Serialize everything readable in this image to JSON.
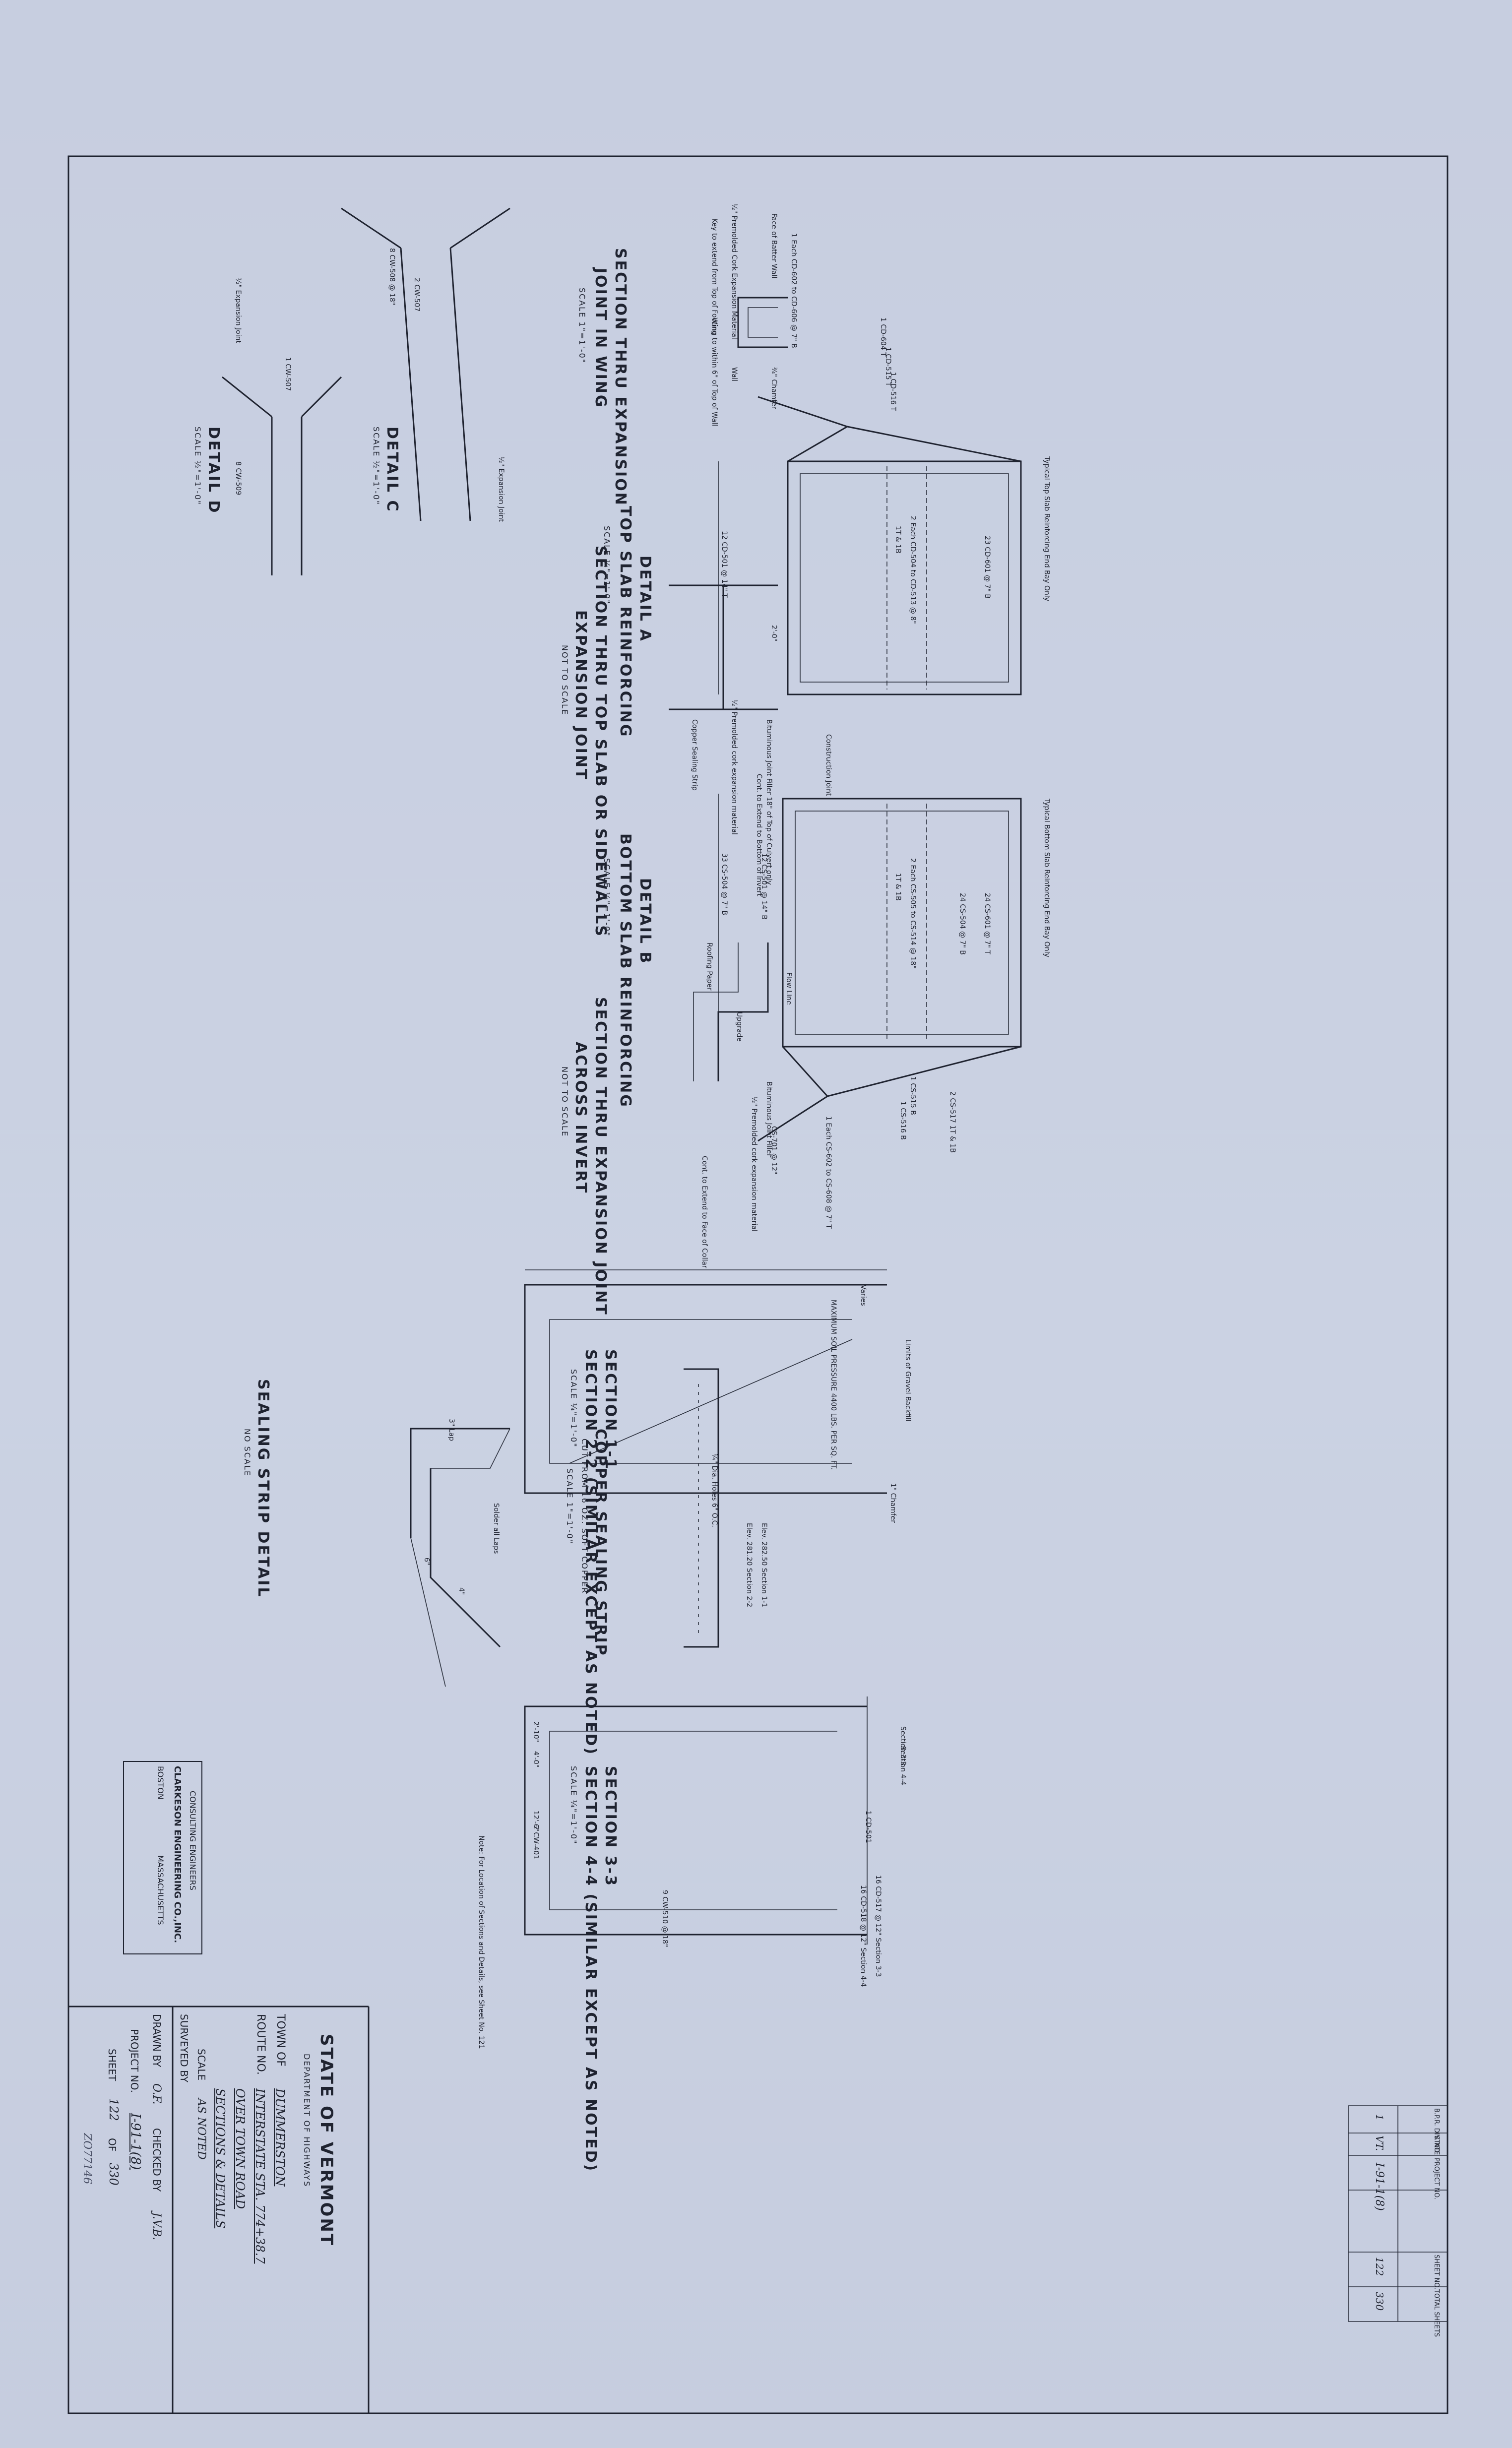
{
  "title_block": {
    "state": "STATE OF VERMONT",
    "department": "DEPARTMENT OF HIGHWAYS",
    "town_label": "TOWN OF",
    "town": "DUMMERSTON",
    "route_label": "ROUTE NO.",
    "route": "INTERSTATE STA. 774+38.7",
    "structure": "OVER TOWN ROAD",
    "sheet_title": "SECTIONS & DETAILS",
    "scale_label": "SCALE",
    "scale": "AS NOTED",
    "surveyed_label": "SURVEYED BY",
    "drawn_label": "DRAWN BY",
    "drawn_by": "O.F.",
    "checked_label": "CHECKED BY",
    "checked_by": "J.V.B.",
    "project_label": "PROJECT NO.",
    "project": "I-91-1(8)",
    "sheet_label": "SHEET",
    "sheet": "122",
    "of_label": "OF",
    "of": "330",
    "stamp": "ZO77146"
  },
  "consultant": {
    "line1": "CONSULTING ENGINEERS",
    "line2": "CLARKESON ENGINEERING CO.,INC.",
    "line3": "BOSTON",
    "line4": "MASSACHUSETTS"
  },
  "index_box": {
    "headers": [
      "B.P.R. DIV. NO.",
      "STATE",
      "PROJECT NO.",
      "SHEET NO.",
      "TOTAL SHEETS"
    ],
    "values": [
      "1",
      "VT.",
      "I-91-1(8)",
      "122",
      "330"
    ]
  },
  "details": {
    "detail_a": {
      "title": "DETAIL A",
      "sub": "TOP SLAB REINFORCING",
      "scale": "SCALE ¼\"=1'-0\""
    },
    "detail_b": {
      "title": "DETAIL B",
      "sub": "BOTTOM SLAB REINFORCING",
      "scale": "SCALE ¼\"=1'-0\""
    },
    "section_11": {
      "title": "SECTION 1-1",
      "sub": "SECTION 2-2 (SIMILAR EXCEPT AS NOTED)",
      "scale": "SCALE ¼\"=1'-0\"",
      "note": "MAXIMUM SOIL PRESSURE 4400 LBS. PER SQ. FT."
    },
    "section_33": {
      "title": "SECTION 3-3",
      "sub": "SECTION 4-4 (SIMILAR EXCEPT AS NOTED)",
      "scale": "SCALE ¼\"=1'-0\""
    },
    "exp_wing": {
      "title": "SECTION THRU EXPANSION",
      "sub": "JOINT IN WING",
      "scale": "SCALE 1\"=1'-0\""
    },
    "exp_top": {
      "title": "SECTION THRU TOP SLAB OR SIDEWALLS",
      "sub": "EXPANSION JOINT",
      "scale": "NOT TO SCALE"
    },
    "exp_invert": {
      "title": "SECTION THRU EXPANSION JOINT",
      "sub": "ACROSS INVERT",
      "scale": "NOT TO SCALE"
    },
    "copper": {
      "title": "COPPER SEALING STRIP",
      "sub": "CUT FROM 16 OZ. SOFT COPPER",
      "scale": "SCALE 1\"=1'-0\""
    },
    "sealing": {
      "title": "SEALING STRIP DETAIL",
      "scale": "NO SCALE"
    },
    "detail_c": {
      "title": "DETAIL C",
      "scale": "SCALE ½\"=1'-0\""
    },
    "detail_d": {
      "title": "DETAIL D",
      "scale": "SCALE ½\"=1'-0\""
    }
  },
  "labels": {
    "top_bay": "Typical Top Slab Reinforcing End Bay Only",
    "bottom_bay": "Typical Bottom Slab Reinforcing End Bay Only",
    "a_each": "1 Each CD-602 to CD-606 @ 7\" B",
    "a_cd604": "1 CD-604 T",
    "a_cd515": "1 CD-515 T",
    "a_cd516": "1 CD-516 T",
    "a_23cd": "23 CD-601 @ 7\" B",
    "a_2each": "2 Each CD-504 to CD-513 @ 8\"",
    "a_tb": "1T & 1B",
    "a_12cd": "12 CD-501 @ 14\" T",
    "b_24cs": "24 CS-601 @ 7\" T",
    "b_24cs2": "24 CS-504 @ 7\" B",
    "b_2each": "2 Each CS-505 to CS-514 @ 18\"",
    "b_tb": "1T & 1B",
    "b_12cs": "12 CS-501 @ 14\" B",
    "b_33cs": "33 CS-504 @ 7\" B",
    "b_2cs517": "2 CS-517 1T & 1B",
    "b_cs515": "1 CS-515 B",
    "b_cs516": "1 CS-516 B",
    "b_each": "1 Each CS-602 to CS-608 @ 7\" T",
    "construction_joint": "Construction Joint",
    "varies": "Varies",
    "limits_gravel": "Limits of Gravel Backfill",
    "chamfer": "1\" Chamfer",
    "elev1": "Elev. 282.50 Section 1-1",
    "elev2": "Elev. 281.20 Section 2-2",
    "s33_a": "2'-10\"",
    "s33_b": "4'-0\"",
    "s33_c": "12'-6\"",
    "s33_d": "Section 3-3",
    "s33_e": "Section 4-4",
    "s33_cd501": "1 CD-501",
    "s33_2cw": "2 CW-401",
    "s33_9cw": "9 CW-510 @ 18\"",
    "s33_16": "16 CD-517 @ 12\" Section 3-3",
    "s33_16b": "16 CD-518 @ 12\" Section 4-4",
    "face_batter": "Face of Batter Wall",
    "chamfer_34": "¾\" Chamfer",
    "premolded_wing": "½\" Premolded Cork Expansion Material",
    "key_note": "Key to extend from Top of Footing to within 6\" of Top of Wall",
    "wing": "Wing",
    "wall": "Wall",
    "dim_20": "2'-0\"",
    "bitum1": "Bituminous Joint Filler 18\" of Top of Culvert only",
    "premolded2": "½\" Premolded cork expansion material",
    "copper_strip": "Copper Sealing Strip",
    "cont_ext": "Cont. to Extend to Bottom of Invert",
    "flow_line": "Flow Line",
    "roofing": "Roofing Paper",
    "upgrade": "Upgrade",
    "bitum2": "Bituminous Joint Filler",
    "premolded3": "½\" Premolded cork expansion material",
    "cs701": "CS-701 @ 12\"",
    "cont_ext2": "Cont. to Extend to Face of Collar",
    "dia_holes": "¼\" Dia. Holes 6\" O.C.",
    "lap3": "3\" Lap",
    "solder": "Solder all Laps",
    "dim6": "6\"",
    "dim4": "4\"",
    "cw508": "8 CW-508 @ 18\"",
    "cw507": "2 CW-507",
    "exp_joint": "½\" Expansion Joint",
    "cw507b": "1 CW-507",
    "exp_joint2": "½\" Expansion Joint",
    "cw509": "8 CW-509",
    "note_loc": "Note: For Location of Sections and Details, see Sheet No. 121"
  }
}
